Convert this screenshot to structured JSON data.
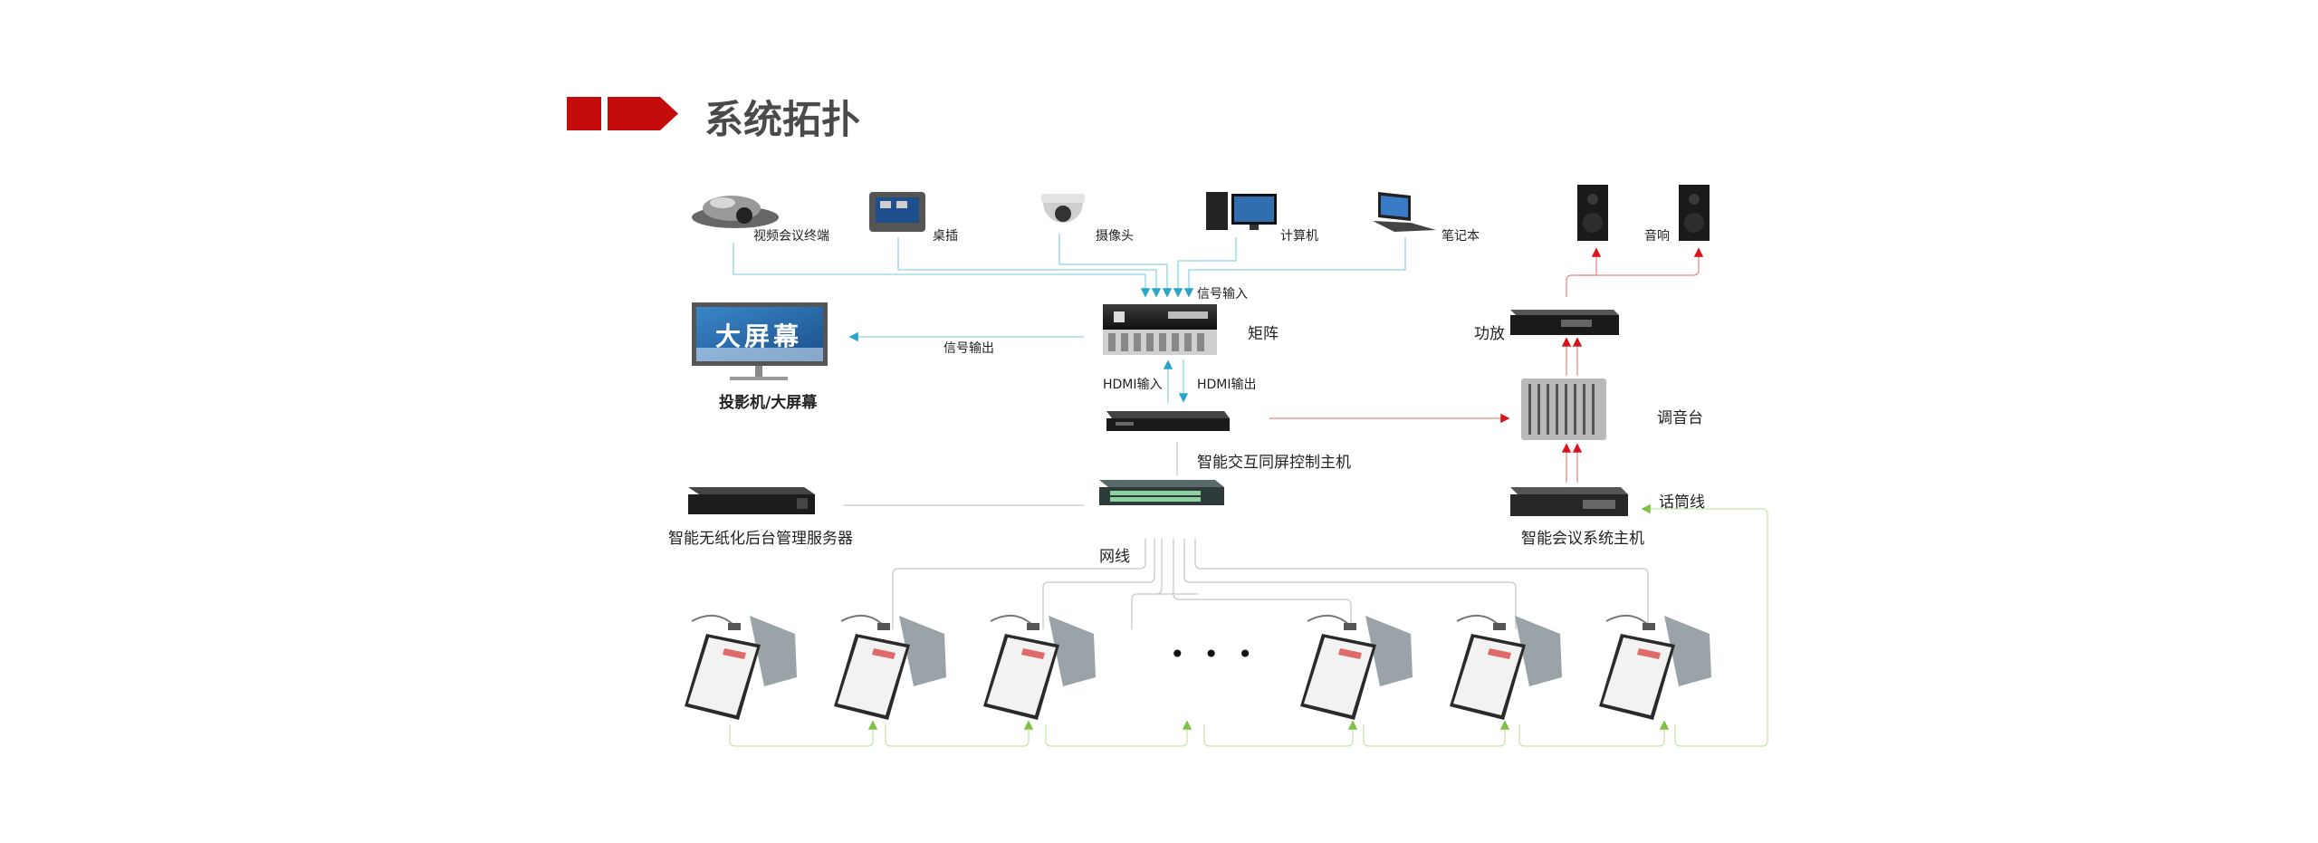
{
  "header": {
    "title": "系统拓扑",
    "accent_color": "#c40c0c"
  },
  "colors": {
    "line_blue": "#8fd3e3",
    "line_gray": "#c8c8c8",
    "arrow_red": "#d9141a",
    "line_green": "#c9e6a8",
    "arrow_green": "#7cc243"
  },
  "inputs": [
    {
      "label": "视频会议终端",
      "icon": "video-conference-terminal-icon"
    },
    {
      "label": "桌插",
      "icon": "desk-socket-icon"
    },
    {
      "label": "摄像头",
      "icon": "dome-camera-icon"
    },
    {
      "label": "计算机",
      "icon": "desktop-computer-icon"
    },
    {
      "label": "笔记本",
      "icon": "laptop-icon"
    }
  ],
  "nodes": {
    "signal_in": "信号输入",
    "matrix": "矩阵",
    "signal_out": "信号输出",
    "screen_text": "大屏幕",
    "projector": "投影机/大屏幕",
    "hdmi_in": "HDMI输入",
    "hdmi_out": "HDMI输出",
    "screen_ctrl": "智能交互同屏控制主机",
    "server": "智能无纸化后台管理服务器",
    "network": "网线",
    "speaker": "音响",
    "amplifier": "功放",
    "mixer": "调音台",
    "mic_line": "话筒线",
    "conf_host": "智能会议系统主机",
    "ellipsis": "• • •"
  }
}
